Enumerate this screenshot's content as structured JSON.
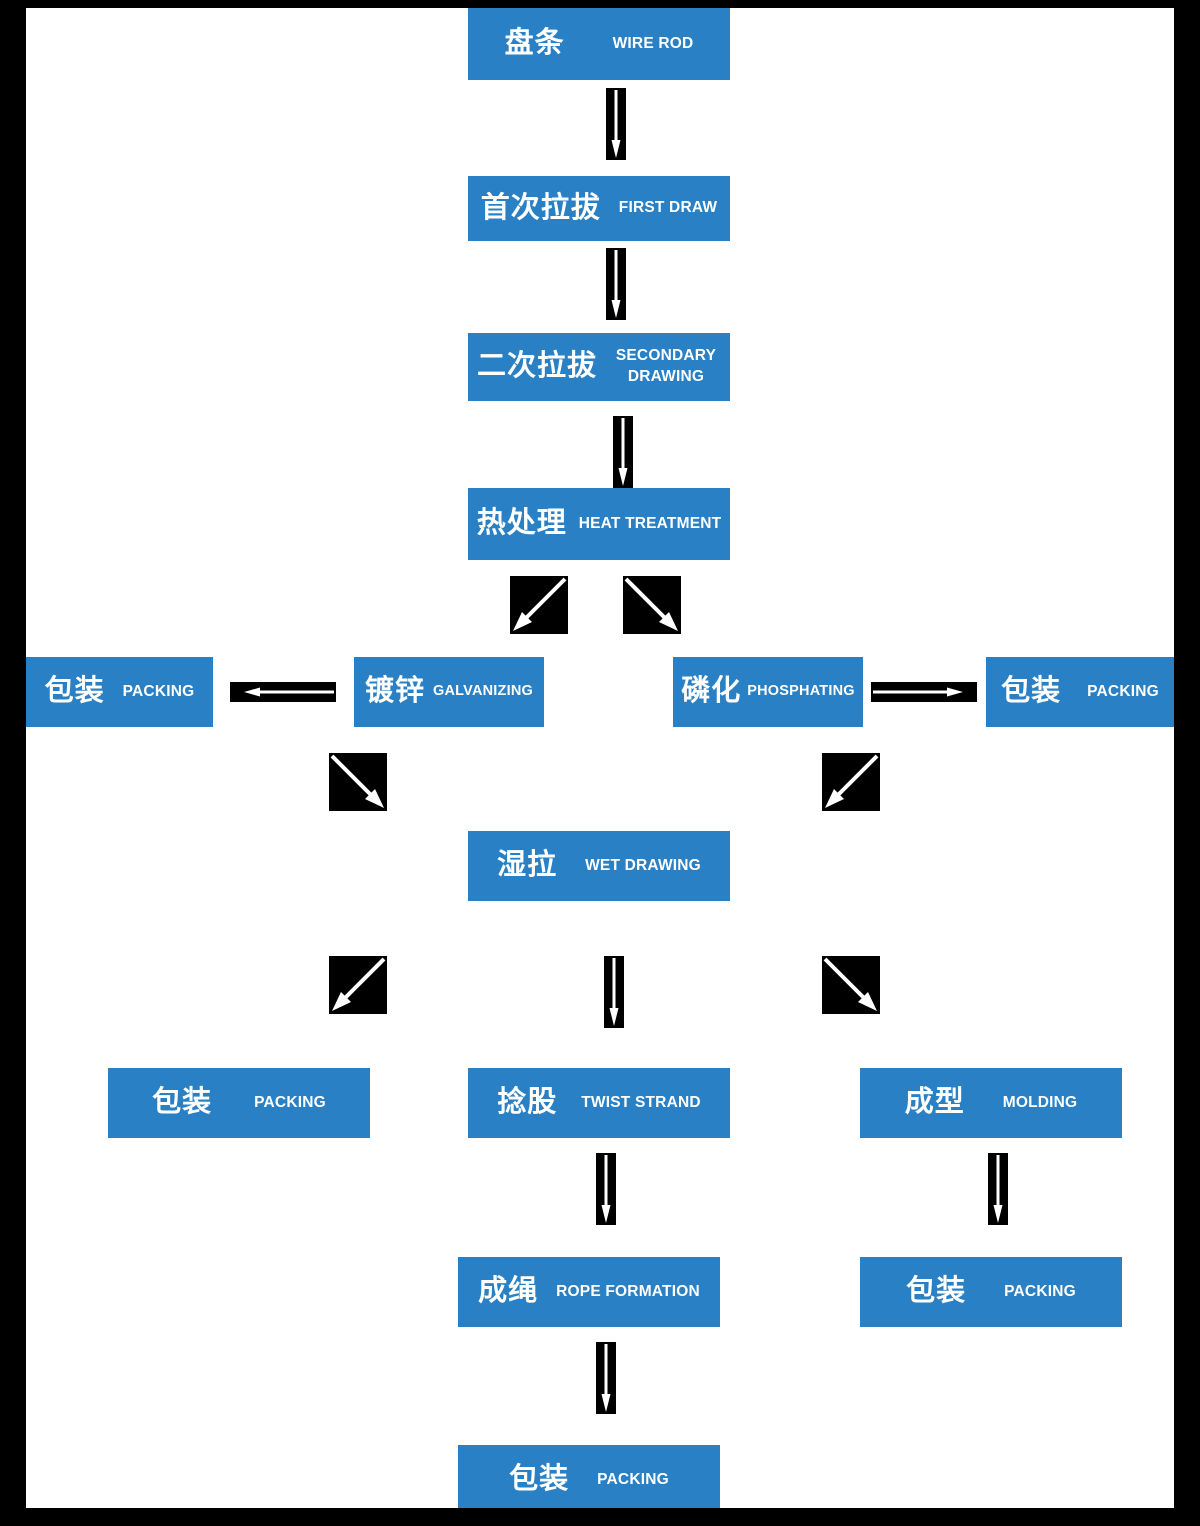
{
  "diagram": {
    "title": "Wire Rope Production Process Flow",
    "colors": {
      "node_fill": "#2980c4",
      "node_text": "#ffffff",
      "arrow_box": "#000000",
      "arrow_glyph": "#ffffff",
      "page_background": "#ffffff",
      "frame": "#000000"
    },
    "nodes": [
      {
        "id": "wire-rod",
        "cn": "盘条",
        "en": "WIRE ROD"
      },
      {
        "id": "first-draw",
        "cn": "首次拉拔",
        "en": "FIRST DRAW"
      },
      {
        "id": "secondary-draw",
        "cn": "二次拉拔",
        "en": "SECONDARY DRAWING"
      },
      {
        "id": "heat-treatment",
        "cn": "热处理",
        "en": "HEAT TREATMENT"
      },
      {
        "id": "packing-left-1",
        "cn": "包装",
        "en": "PACKING"
      },
      {
        "id": "galvanizing",
        "cn": "镀锌",
        "en": "GALVANIZING"
      },
      {
        "id": "phosphating",
        "cn": "磷化",
        "en": "PHOSPHATING"
      },
      {
        "id": "packing-right-1",
        "cn": "包装",
        "en": "PACKING"
      },
      {
        "id": "wet-drawing",
        "cn": "湿拉",
        "en": "WET DRAWING"
      },
      {
        "id": "packing-left-2",
        "cn": "包装",
        "en": "PACKING"
      },
      {
        "id": "twist-strand",
        "cn": "捻股",
        "en": "TWIST STRAND"
      },
      {
        "id": "molding",
        "cn": "成型",
        "en": "MOLDING"
      },
      {
        "id": "rope-formation",
        "cn": "成绳",
        "en": "ROPE FORMATION"
      },
      {
        "id": "packing-right-2",
        "cn": "包装",
        "en": "PACKING"
      },
      {
        "id": "packing-bottom",
        "cn": "包装",
        "en": "PACKING"
      }
    ],
    "arrows": [
      {
        "id": "wire-rod-to-first-draw",
        "direction": "down",
        "icon": "arrow-down-icon"
      },
      {
        "id": "first-draw-to-secondary-draw",
        "direction": "down",
        "icon": "arrow-down-icon"
      },
      {
        "id": "secondary-draw-to-heat-treatment",
        "direction": "down",
        "icon": "arrow-down-icon"
      },
      {
        "id": "heat-treatment-to-galvanizing",
        "direction": "down-left",
        "icon": "arrow-down-left-icon"
      },
      {
        "id": "heat-treatment-to-phosphating",
        "direction": "down-right",
        "icon": "arrow-down-right-icon"
      },
      {
        "id": "galvanizing-to-packing",
        "direction": "left",
        "icon": "arrow-left-icon"
      },
      {
        "id": "phosphating-to-packing",
        "direction": "right",
        "icon": "arrow-right-icon"
      },
      {
        "id": "galvanizing-to-wet-drawing",
        "direction": "down-right",
        "icon": "arrow-down-right-icon"
      },
      {
        "id": "phosphating-to-wet-drawing",
        "direction": "down-left",
        "icon": "arrow-down-left-icon"
      },
      {
        "id": "wet-drawing-to-packing",
        "direction": "down-left",
        "icon": "arrow-down-left-icon"
      },
      {
        "id": "wet-drawing-to-twist-strand",
        "direction": "down",
        "icon": "arrow-down-icon"
      },
      {
        "id": "wet-drawing-to-molding",
        "direction": "down-right",
        "icon": "arrow-down-right-icon"
      },
      {
        "id": "twist-strand-to-rope-formation",
        "direction": "down",
        "icon": "arrow-down-icon"
      },
      {
        "id": "molding-to-packing",
        "direction": "down",
        "icon": "arrow-down-icon"
      },
      {
        "id": "rope-formation-to-packing",
        "direction": "down",
        "icon": "arrow-down-icon"
      }
    ]
  }
}
